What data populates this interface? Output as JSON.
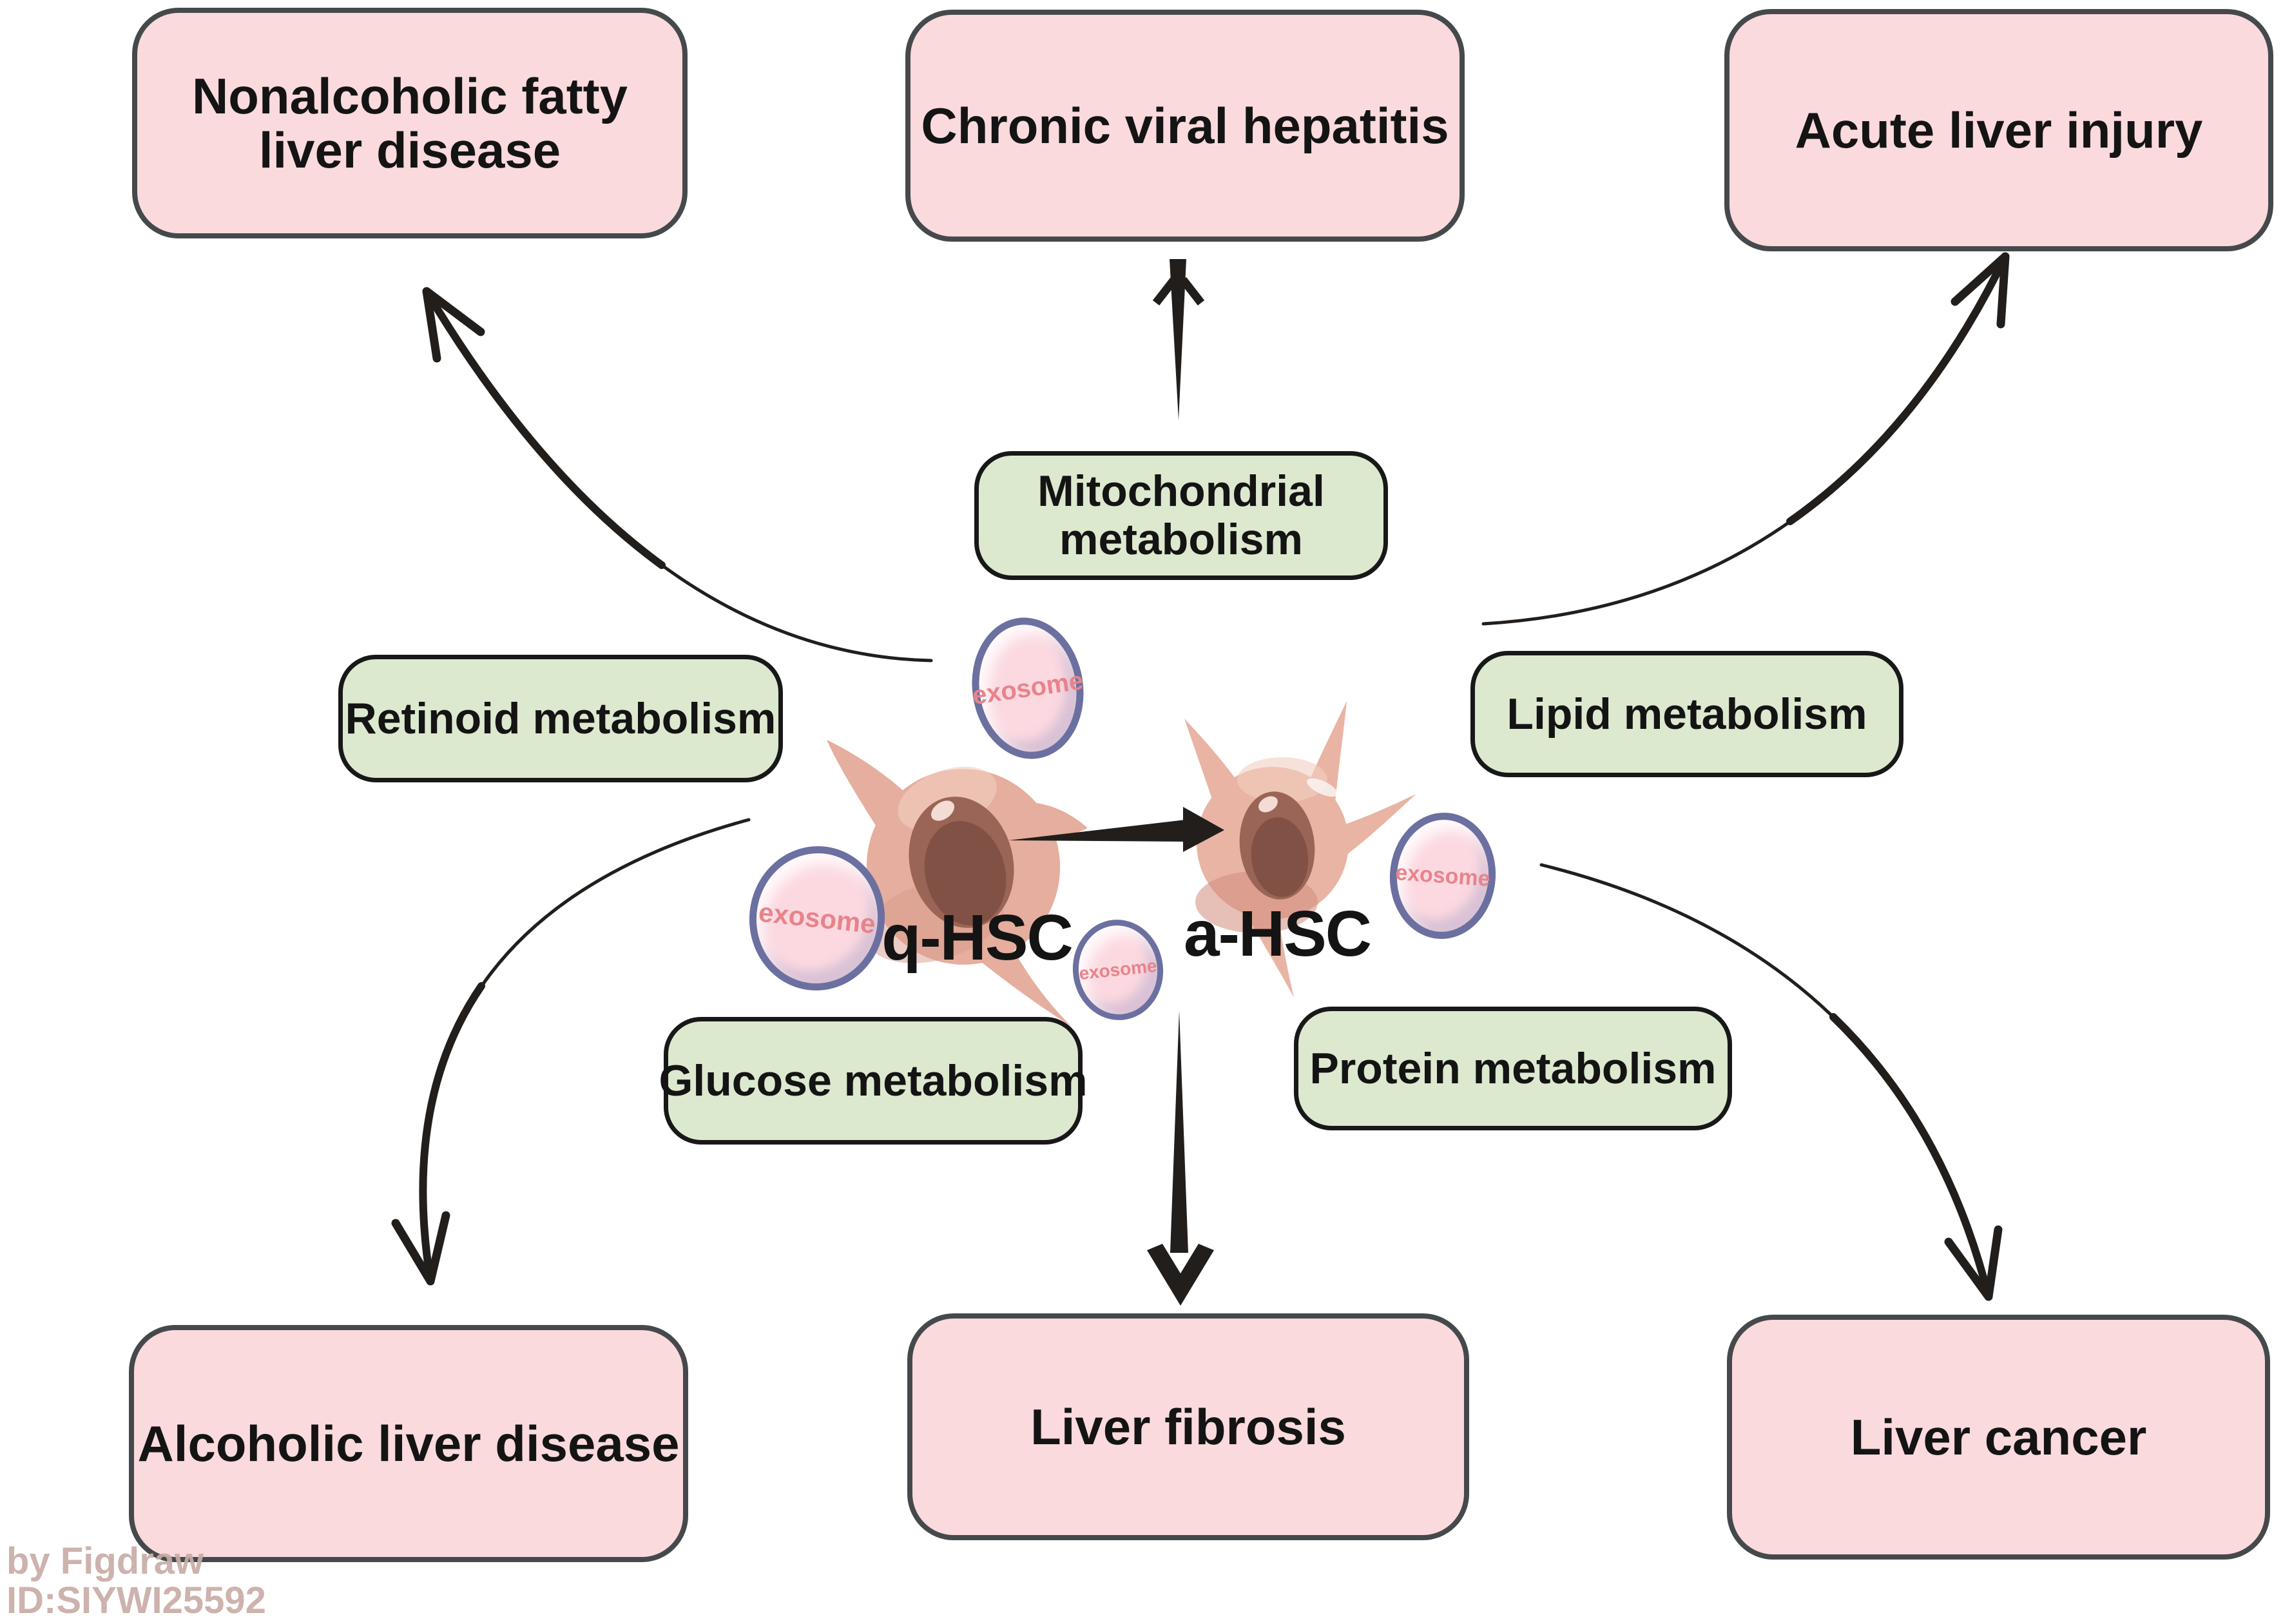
{
  "diseases": {
    "nafld": {
      "line1": "Nonalcoholic fatty",
      "line2": "liver disease"
    },
    "chronic_viral_hepatitis": {
      "label": "Chronic viral hepatitis"
    },
    "acute_liver_injury": {
      "label": "Acute liver injury"
    },
    "alcoholic_liver_disease": {
      "label": "Alcoholic liver disease"
    },
    "liver_fibrosis": {
      "label": "Liver fibrosis"
    },
    "liver_cancer": {
      "label": "Liver cancer"
    }
  },
  "metabolism": {
    "mitochondrial": {
      "line1": "Mitochondrial",
      "line2": "metabolism"
    },
    "retinoid": {
      "label": "Retinoid metabolism"
    },
    "lipid": {
      "label": "Lipid metabolism"
    },
    "glucose": {
      "label": "Glucose metabolism"
    },
    "protein": {
      "label": "Protein metabolism"
    }
  },
  "cells": {
    "quiescent": {
      "label": "q-HSC"
    },
    "activated": {
      "label": "a-HSC"
    }
  },
  "exosome_label": "exosome",
  "watermark": {
    "line1": "by Figdraw",
    "line2": "ID:SIYWI25592"
  },
  "colors": {
    "pink_box": "#fadadd",
    "pink_border": "#45494c",
    "green_box": "#dde9cf",
    "green_border": "#181818",
    "exosome_fill": "#fcd9e1",
    "exosome_border": "#6b70a0",
    "exosome_text": "#e8838a",
    "label_text": "#141414",
    "arrow": "#221e1b",
    "cell_body": "#e5ae9e",
    "cell_body_activated": "#e9b4a4",
    "nucleus": "#9a6556",
    "nucleus_inner": "#7c4e42",
    "watermark": "#c9aca7"
  }
}
